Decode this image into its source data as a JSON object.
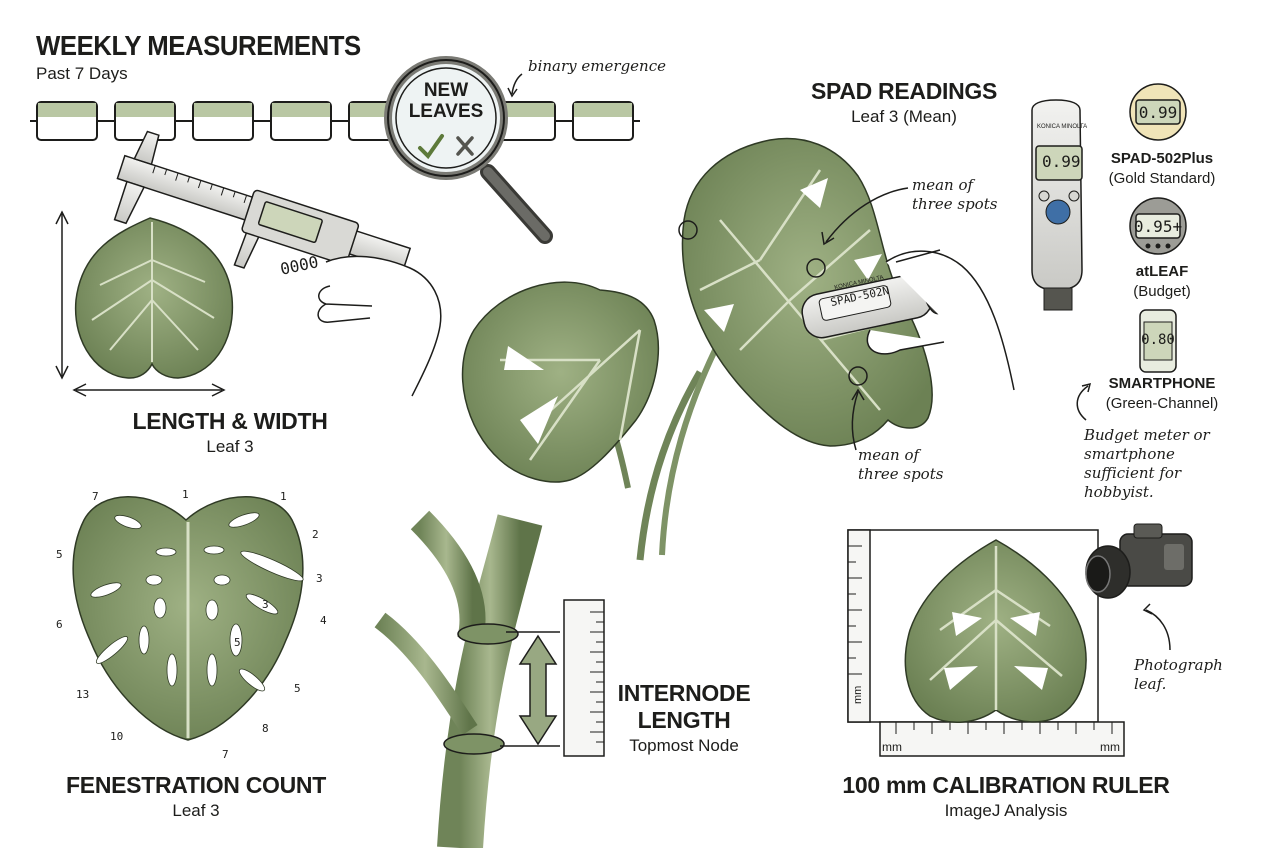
{
  "weekly": {
    "title": "WEEKLY MEASUREMENTS",
    "subtitle": "Past 7 Days"
  },
  "new_leaves": {
    "label_line1": "NEW",
    "label_line2": "LEAVES",
    "note": "binary emergence"
  },
  "length_width": {
    "title": "LENGTH & WIDTH",
    "subtitle": "Leaf 3",
    "caliper_reading": "0000"
  },
  "spad": {
    "title": "SPAD READINGS",
    "subtitle": "Leaf 3 (Mean)",
    "note1": "mean of three spots",
    "note2": "mean of three spots",
    "probe_label": "SPAD-502N",
    "brand": "KONICA MINOLTA"
  },
  "meters": [
    {
      "reading": "0.99",
      "name": "SPAD-502Plus",
      "desc": "(Gold Standard)"
    },
    {
      "reading": "0.95+",
      "name": "atLEAF",
      "desc": "(Budget)"
    },
    {
      "reading": "0.80",
      "name": "SMARTPHONE",
      "desc": "(Green-Channel)"
    }
  ],
  "device_reading": "0.99",
  "budget_note": "Budget meter or smartphone sufficient for hobbyist.",
  "fenestration": {
    "title": "FENESTRATION COUNT",
    "subtitle": "Leaf 3",
    "labels": [
      "7",
      "1",
      "1",
      "2",
      "5",
      "3",
      "3",
      "6",
      "4",
      "5",
      "13",
      "5",
      "10",
      "8",
      "7"
    ]
  },
  "internode": {
    "title_line1": "INTERNODE",
    "title_line2": "LENGTH",
    "subtitle": "Topmost Node"
  },
  "calibration": {
    "title": "100 mm CALIBRATION RULER",
    "subtitle": "ImageJ Analysis",
    "unit_left": "mm",
    "unit_right": "mm",
    "unit_vertical": "mm",
    "photo_note": "Photograph leaf."
  },
  "colors": {
    "leaf": "#7e9366",
    "leaf_dark": "#5c6f48",
    "ink": "#1d1d1b",
    "strip": "#b9c7a3",
    "lcd": "#cdd6ba",
    "gold": "#f0e4b8"
  }
}
